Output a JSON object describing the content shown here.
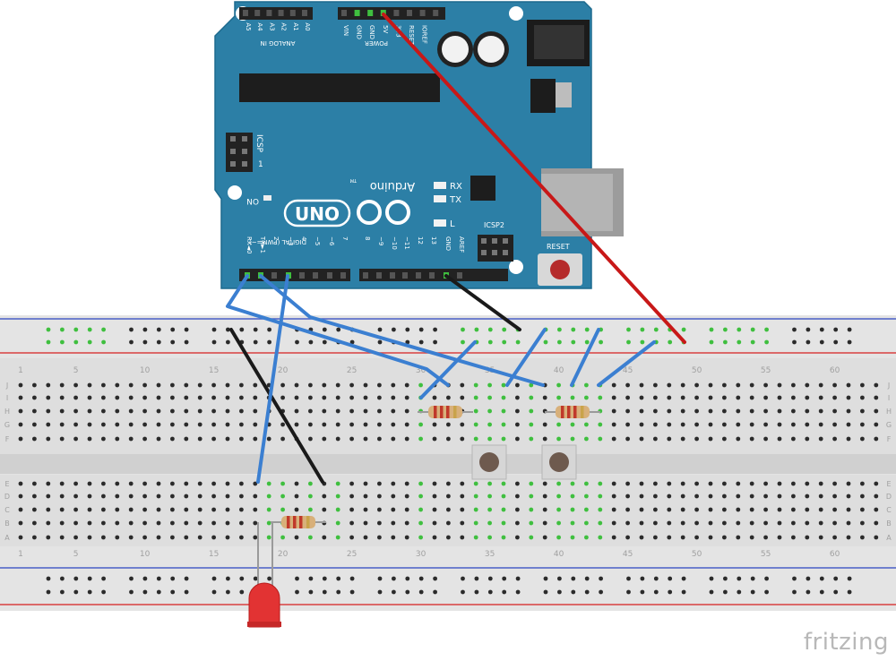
{
  "brand": "fritzing",
  "board": {
    "analog_header": "ANALOG IN",
    "analog_pins": [
      "A5",
      "A4",
      "A3",
      "A2",
      "A1",
      "A0"
    ],
    "power_header": "POWER",
    "power_pins": [
      "VIN",
      "GND",
      "GND",
      "5V",
      "3V3",
      "RESET",
      "IOREF"
    ],
    "icsp": "ICSP",
    "icsp2": "ICSP2",
    "icsp_pin1": "1",
    "logo": "UNO",
    "brand_name": "Arduino",
    "tm": "TM",
    "on_label": "ON",
    "led_rx": "RX",
    "led_tx": "TX",
    "led_l": "L",
    "digital_header": "DIGITAL (PWM=~)",
    "digital_pins": [
      "RX◄0",
      "TX►1",
      "2",
      "~3",
      "4",
      "~5",
      "~6",
      "7",
      "8",
      "~9",
      "~10",
      "~11",
      "12",
      "13",
      "GND",
      "AREF"
    ],
    "reset_label": "RESET",
    "colors": {
      "pcb": "#2c7fa6",
      "pcb_edge": "#1d6a8d"
    }
  },
  "breadboard": {
    "column_numbers": [
      "1",
      "5",
      "10",
      "15",
      "20",
      "25",
      "30",
      "35",
      "40",
      "45",
      "50",
      "55",
      "60"
    ],
    "rows_top": [
      "J",
      "I",
      "H",
      "G",
      "F"
    ],
    "rows_bottom": [
      "E",
      "D",
      "C",
      "B",
      "A"
    ],
    "colors": {
      "body": "#e4e4e4",
      "rail_red": "#d84040",
      "rail_blue": "#4a5fc6",
      "hole": "#2b2b2b",
      "active_hole": "#3fbf3f"
    }
  },
  "components": {
    "resistor_count": 3,
    "pushbutton_count": 2,
    "led_color": "red"
  },
  "wire_colors": {
    "signal": "#3b7fd1",
    "ground": "#1a1a1a",
    "power": "#c81818"
  }
}
